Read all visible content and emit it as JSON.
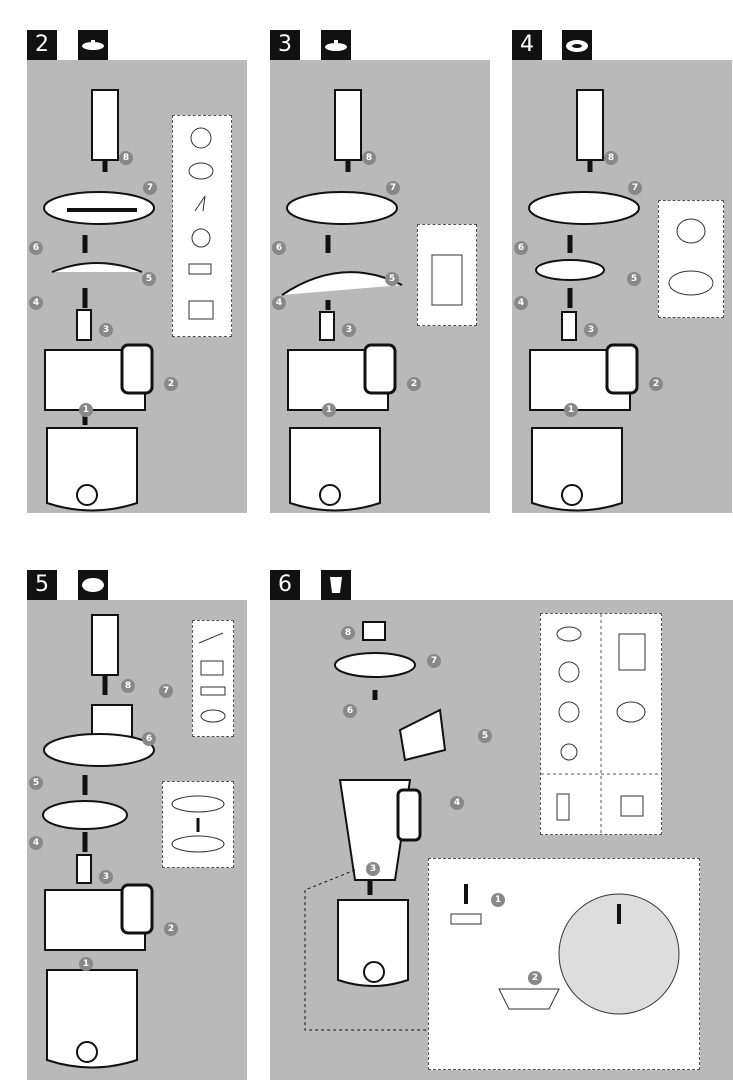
{
  "steps": [
    {
      "number": "2",
      "icon": "chopping-blade-icon",
      "callouts": [
        "8",
        "7",
        "6",
        "5",
        "4",
        "3",
        "2",
        "1"
      ]
    },
    {
      "number": "3",
      "icon": "whipping-blade-icon",
      "callouts": [
        "8",
        "7",
        "6",
        "5",
        "4",
        "3",
        "2",
        "1"
      ]
    },
    {
      "number": "4",
      "icon": "emulsifying-disc-icon",
      "callouts": [
        "8",
        "7",
        "6",
        "5",
        "4",
        "3",
        "2",
        "1"
      ]
    },
    {
      "number": "5",
      "icon": "slicing-disc-icon",
      "callouts": [
        "8",
        "7",
        "6",
        "5",
        "4",
        "3",
        "2",
        "1"
      ]
    },
    {
      "number": "6",
      "icon": "blender-jar-icon",
      "callouts": [
        "8",
        "7",
        "6",
        "5",
        "4",
        "3",
        "1",
        "2"
      ]
    }
  ],
  "colors": {
    "panel": "#b9b9b9",
    "ink": "#111111",
    "inset": "#ffffff",
    "callout": "#888888"
  }
}
